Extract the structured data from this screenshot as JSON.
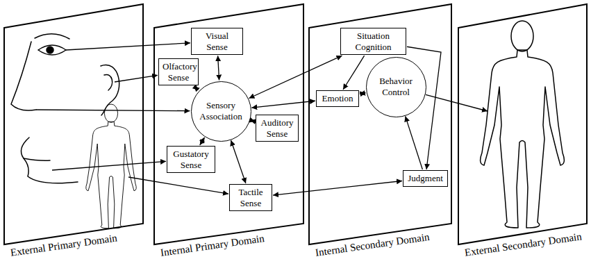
{
  "diagram": {
    "nodes": [
      {
        "text": [
          "External Primary Domain"
        ]
      },
      {
        "text": [
          "Internal Primary Domain"
        ]
      },
      {
        "text": [
          "Visual Sense"
        ],
        "in": 1
      },
      {
        "text": [
          "Olfactory Sense"
        ],
        "in": 1
      },
      {
        "text": [
          "Sensory Association"
        ],
        "in": 1
      },
      {
        "text": [
          "Auditory Sense"
        ],
        "in": 1
      },
      {
        "text": [
          "Gustatory Sense"
        ],
        "in": 1
      },
      {
        "text": [
          "Tactile Sense"
        ],
        "in": 1
      },
      {
        "text": [
          "Internal Secondary Domain"
        ]
      },
      {
        "text": [
          "Situation Cognition"
        ],
        "in": 8
      },
      {
        "text": [
          "Emotion"
        ],
        "in": 8
      },
      {
        "text": [
          "Behavior Control"
        ],
        "in": 8
      },
      {
        "text": [
          "Judgment"
        ],
        "in": 8
      },
      {
        "text": [
          "External Secondary Domain"
        ]
      }
    ],
    "edges": [
      {
        "from": 4,
        "to": 2,
        "arrow": "both"
      },
      {
        "from": 4,
        "to": 3,
        "arrow": "both"
      },
      {
        "from": 4,
        "to": 5,
        "arrow": "both"
      },
      {
        "from": 4,
        "to": 6,
        "arrow": "both"
      },
      {
        "from": 4,
        "to": 7,
        "arrow": "both"
      },
      {
        "from": 9,
        "to": 4,
        "arrow": "both"
      },
      {
        "from": 4,
        "to": 10,
        "arrow": "both"
      },
      {
        "from": 9,
        "to": 10,
        "arrow": "to"
      },
      {
        "from": 9,
        "to": 12,
        "arrow": "to"
      },
      {
        "from": 10,
        "to": 11,
        "arrow": "both"
      },
      {
        "from": 12,
        "to": 11,
        "arrow": "to"
      },
      {
        "from": 7,
        "to": 12,
        "arrow": "both"
      }
    ]
  }
}
